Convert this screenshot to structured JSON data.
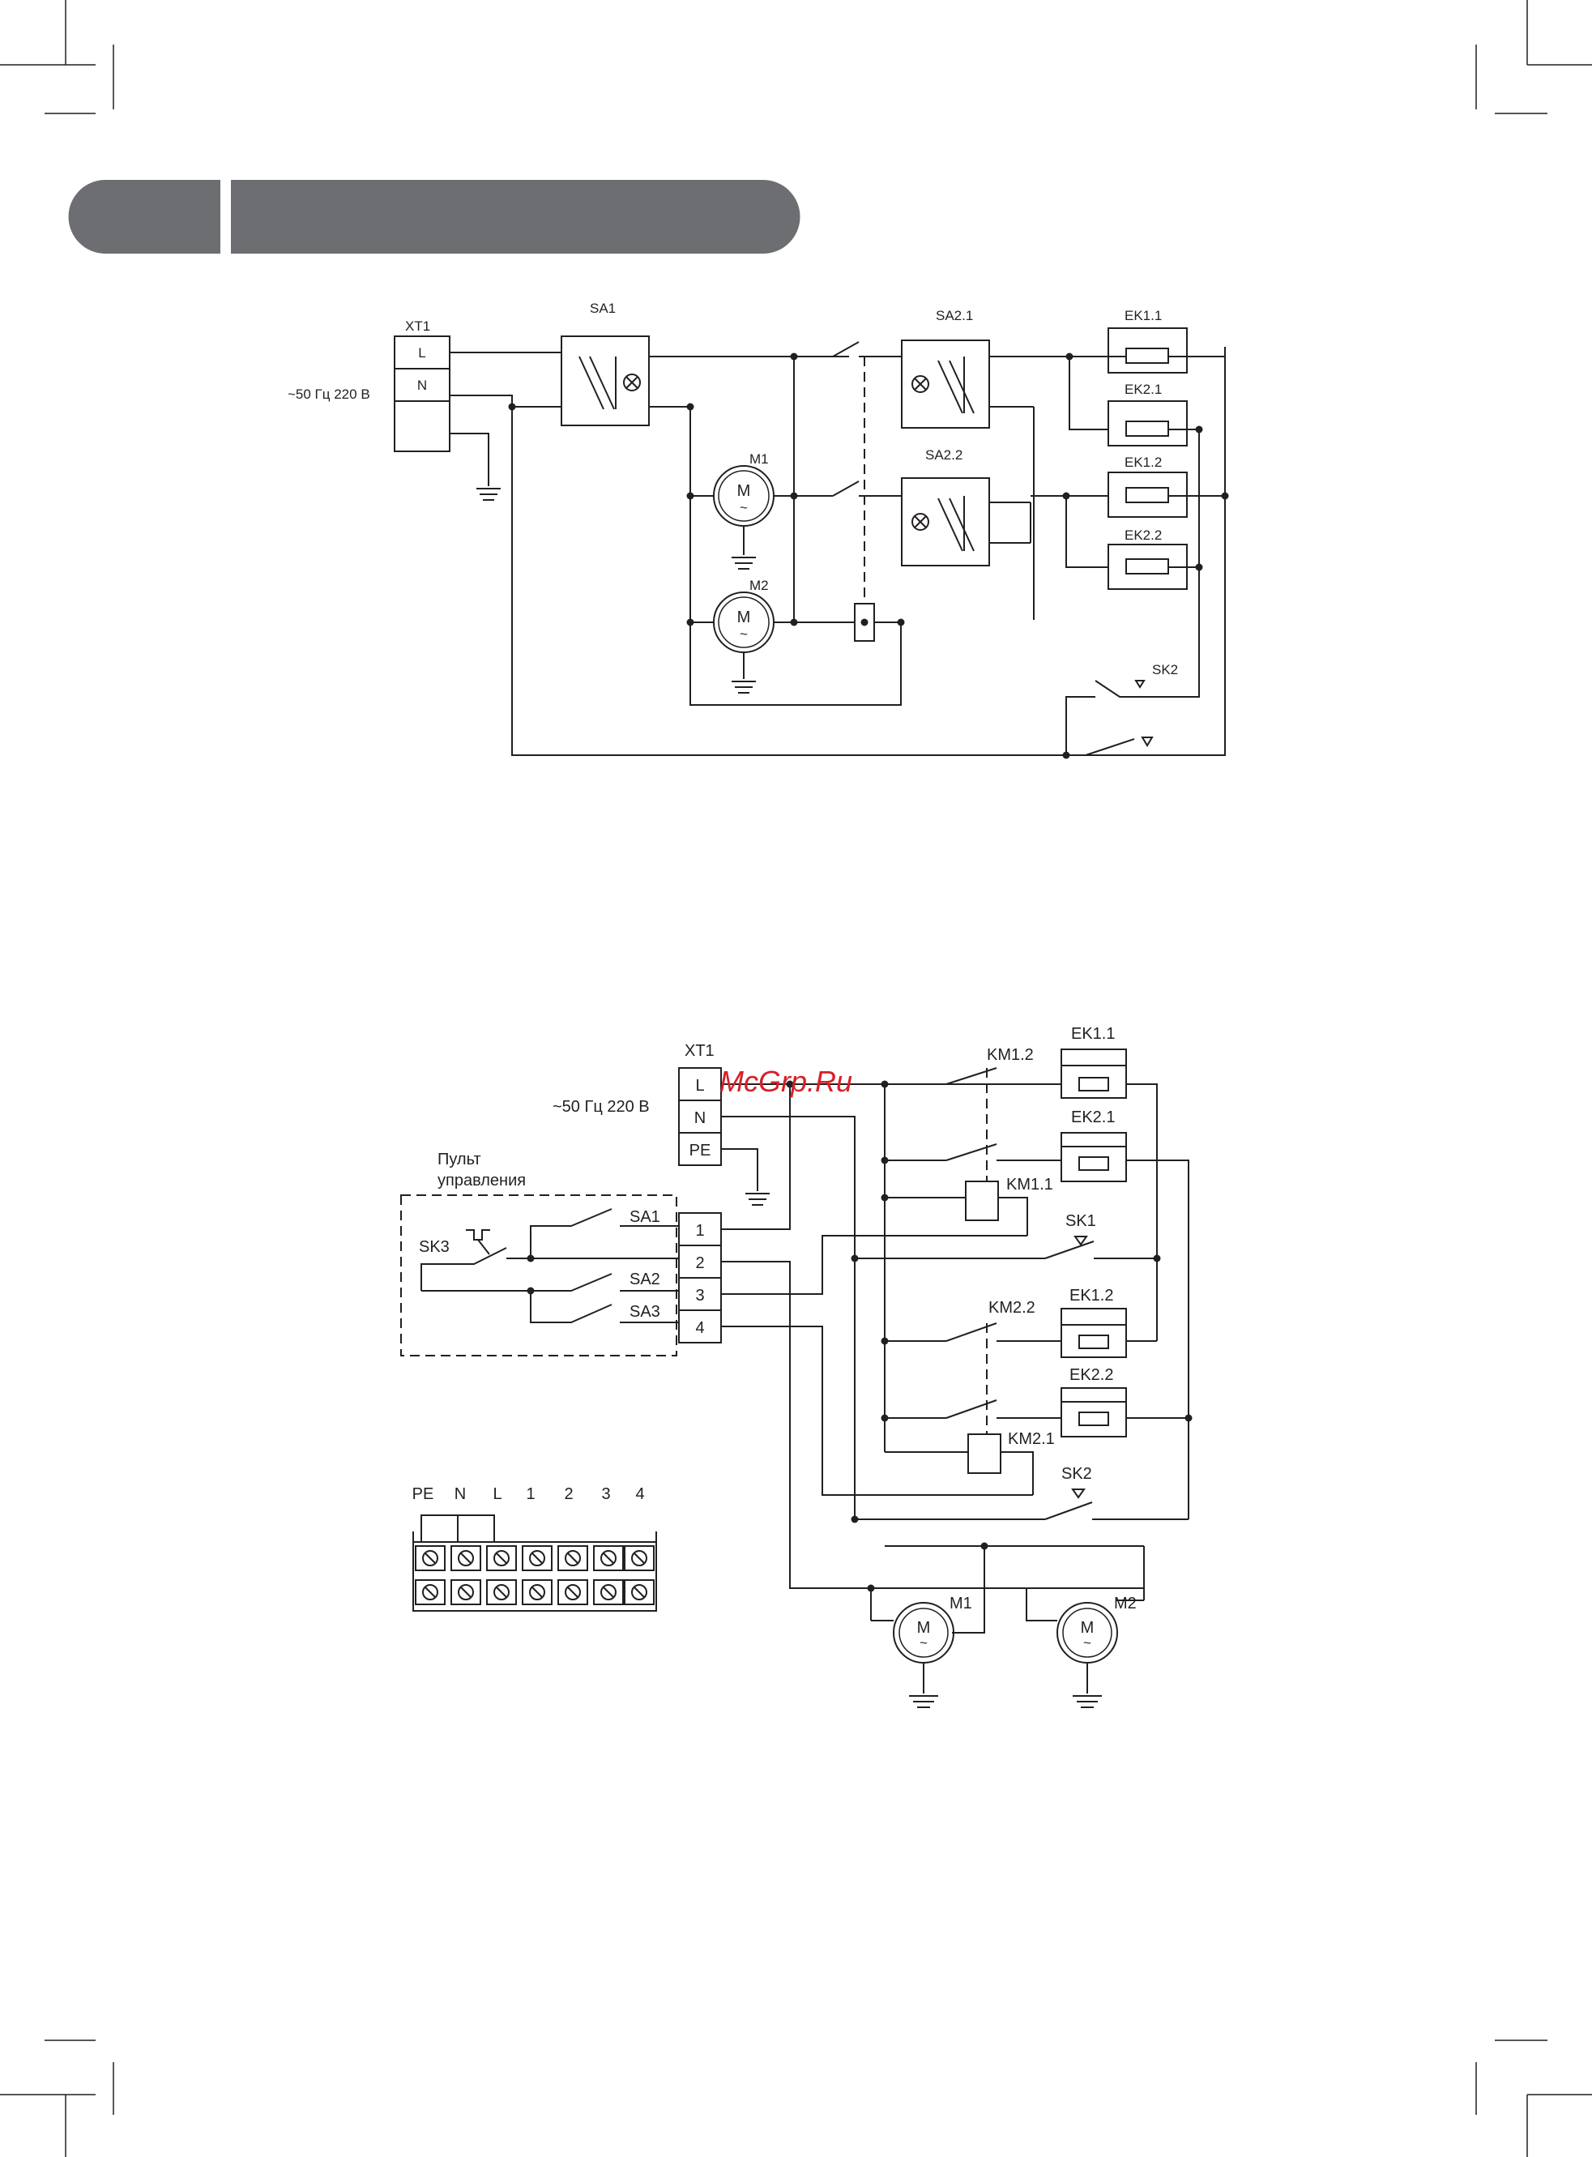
{
  "header": {
    "accent_color": "#6d6e71"
  },
  "diagram1": {
    "xt1_label": "XT1",
    "terminal_l": "L",
    "terminal_n": "N",
    "supply_label": "~50 Гц 220 В",
    "switch_sa1": "SA1",
    "switch_sa21": "SA2.1",
    "switch_sa22": "SA2.2",
    "motor_m1": "M1",
    "motor_m2": "M2",
    "heater_ek11": "EK1.1",
    "heater_ek21": "EK2.1",
    "heater_ek12": "EK1.2",
    "heater_ek22": "EK2.2",
    "thermostat_sk2": "SK2",
    "motor_symbol": "M",
    "motor_ac": "~"
  },
  "diagram2": {
    "xt1_label": "XT1",
    "terminal_l": "L",
    "terminal_n": "N",
    "terminal_pe": "PE",
    "supply_label": "~50 Гц 220 В",
    "panel_label_line1": "Пульт",
    "panel_label_line2": "управления",
    "sk3": "SK3",
    "sa1": "SA1",
    "sa2": "SA2",
    "sa3": "SA3",
    "term_1": "1",
    "term_2": "2",
    "term_3": "3",
    "term_4": "4",
    "km12": "KM1.2",
    "km11": "KM1.1",
    "km22": "KM2.2",
    "km21": "KM2.1",
    "ek11": "EK1.1",
    "ek21": "EK2.1",
    "ek12": "EK1.2",
    "ek22": "EK2.2",
    "sk1": "SK1",
    "sk2": "SK2",
    "motor_m1": "M1",
    "motor_m2": "M2",
    "motor_symbol": "M",
    "motor_ac": "~"
  },
  "terminal_block": {
    "labels": [
      "PE",
      "N",
      "L",
      "1",
      "2",
      "3",
      "4"
    ]
  },
  "watermark": {
    "text": "McGrp.Ru",
    "color": "#d62027"
  }
}
